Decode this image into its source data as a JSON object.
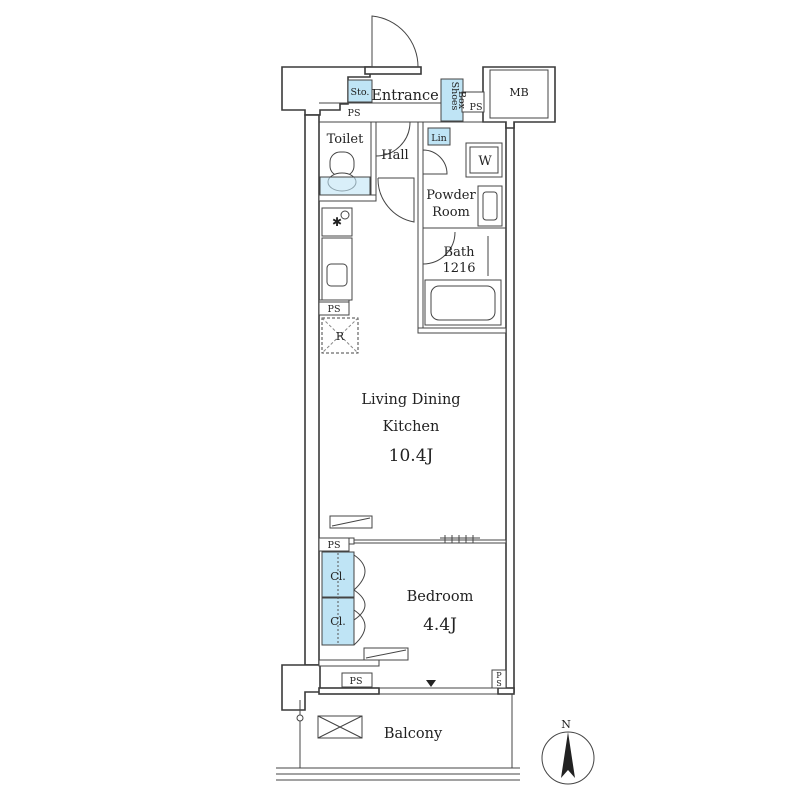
{
  "rooms": {
    "entrance": "Entrance",
    "storage": "Sto.",
    "shoes_box_line1": "Shoes",
    "shoes_box_line2": "Box",
    "mb": "MB",
    "toilet": "Toilet",
    "hall": "Hall",
    "linen": "Lin",
    "washer": "W",
    "powder_room_line1": "Powder",
    "powder_room_line2": "Room",
    "bath": "Bath",
    "bath_size": "1216",
    "refrigerator": "R",
    "ldk_line1": "Living Dining",
    "ldk_line2": "Kitchen",
    "ldk_area": "10.4J",
    "bedroom": "Bedroom",
    "bedroom_area": "4.4J",
    "closet_1": "Cl.",
    "closet_2": "Cl.",
    "balcony": "Balcony"
  },
  "pipe_spaces": {
    "ps_entrance": "PS",
    "ps_right": "PS",
    "ps_kitchen": "PS",
    "ps_bedroom_top": "PS",
    "ps_bedroom_bottom": "PS",
    "ps_corner_p": "P",
    "ps_corner_s": "S"
  },
  "compass": {
    "north": "N"
  },
  "colors": {
    "closet_fill": "#bfe4f5",
    "wall_stroke": "#3a3a3a"
  }
}
